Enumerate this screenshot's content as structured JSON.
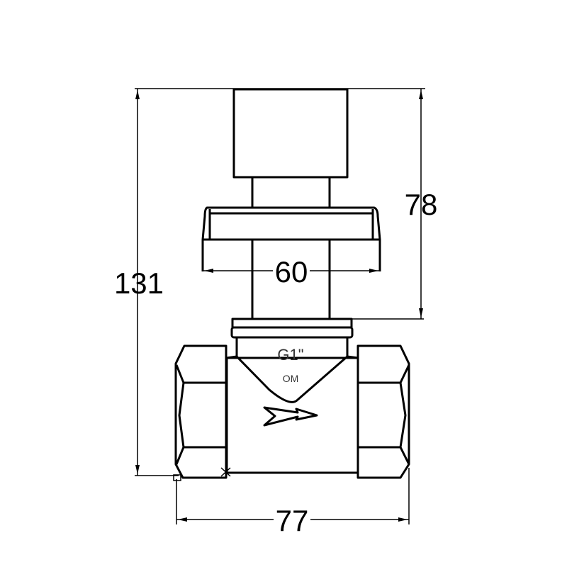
{
  "drawing": {
    "dimensions": {
      "overall_height": "131",
      "upper_height": "78",
      "handle_width": "60",
      "body_length": "77"
    },
    "body_labels": {
      "thread": "G1\"",
      "marking": "OM"
    },
    "icons": [
      "flow-direction-arrow-icon"
    ]
  }
}
